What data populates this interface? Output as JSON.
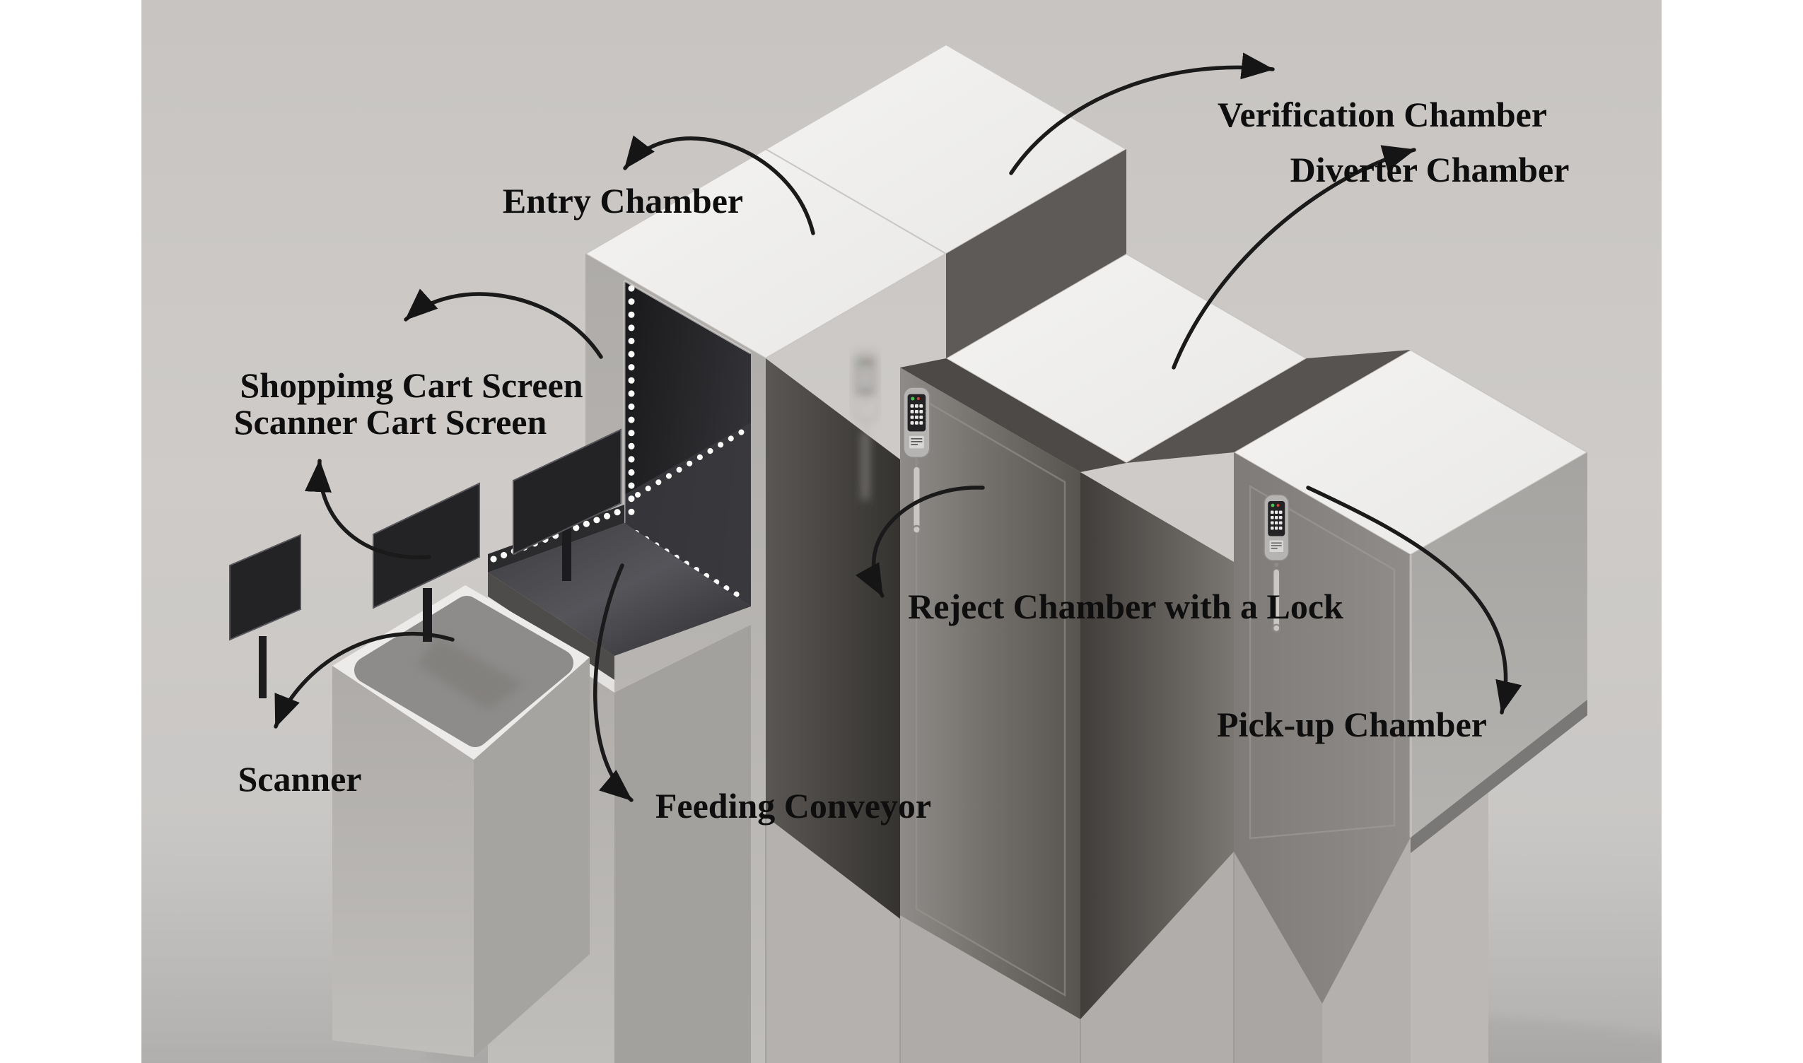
{
  "diagram": {
    "type": "labeled-3d-render",
    "subject": "automated checkout / locker chamber system",
    "labels": {
      "verification": "Verification Chamber",
      "diverter": "Diverter Chamber",
      "entry": "Entry Chamber",
      "shopping_cart_screen": "Shoppimg Cart Screen",
      "scanner_cart_screen": "Scanner Cart Screen",
      "reject": "Reject Chamber with a Lock",
      "pickup": "Pick-up Chamber",
      "scanner": "Scanner",
      "feeding_conveyor": "Feeding Conveyor"
    },
    "colors": {
      "page_margin": "#ffffff",
      "background": "#cbc8c5",
      "roof_white": "#f1f0ee",
      "pillar_light": "#b4b1ae",
      "face_dark": "#3a3836",
      "conveyor_dark": "#333336",
      "led_dot": "#fcfcfa",
      "label_text": "#0e0e0e",
      "arrow": "#1a1a1a",
      "lock_body": "#b6b4b2",
      "lock_panel": "#232326",
      "lock_led_green": "#43c553",
      "lock_led_red": "#d2422e",
      "screen_panel": "#232325"
    }
  }
}
